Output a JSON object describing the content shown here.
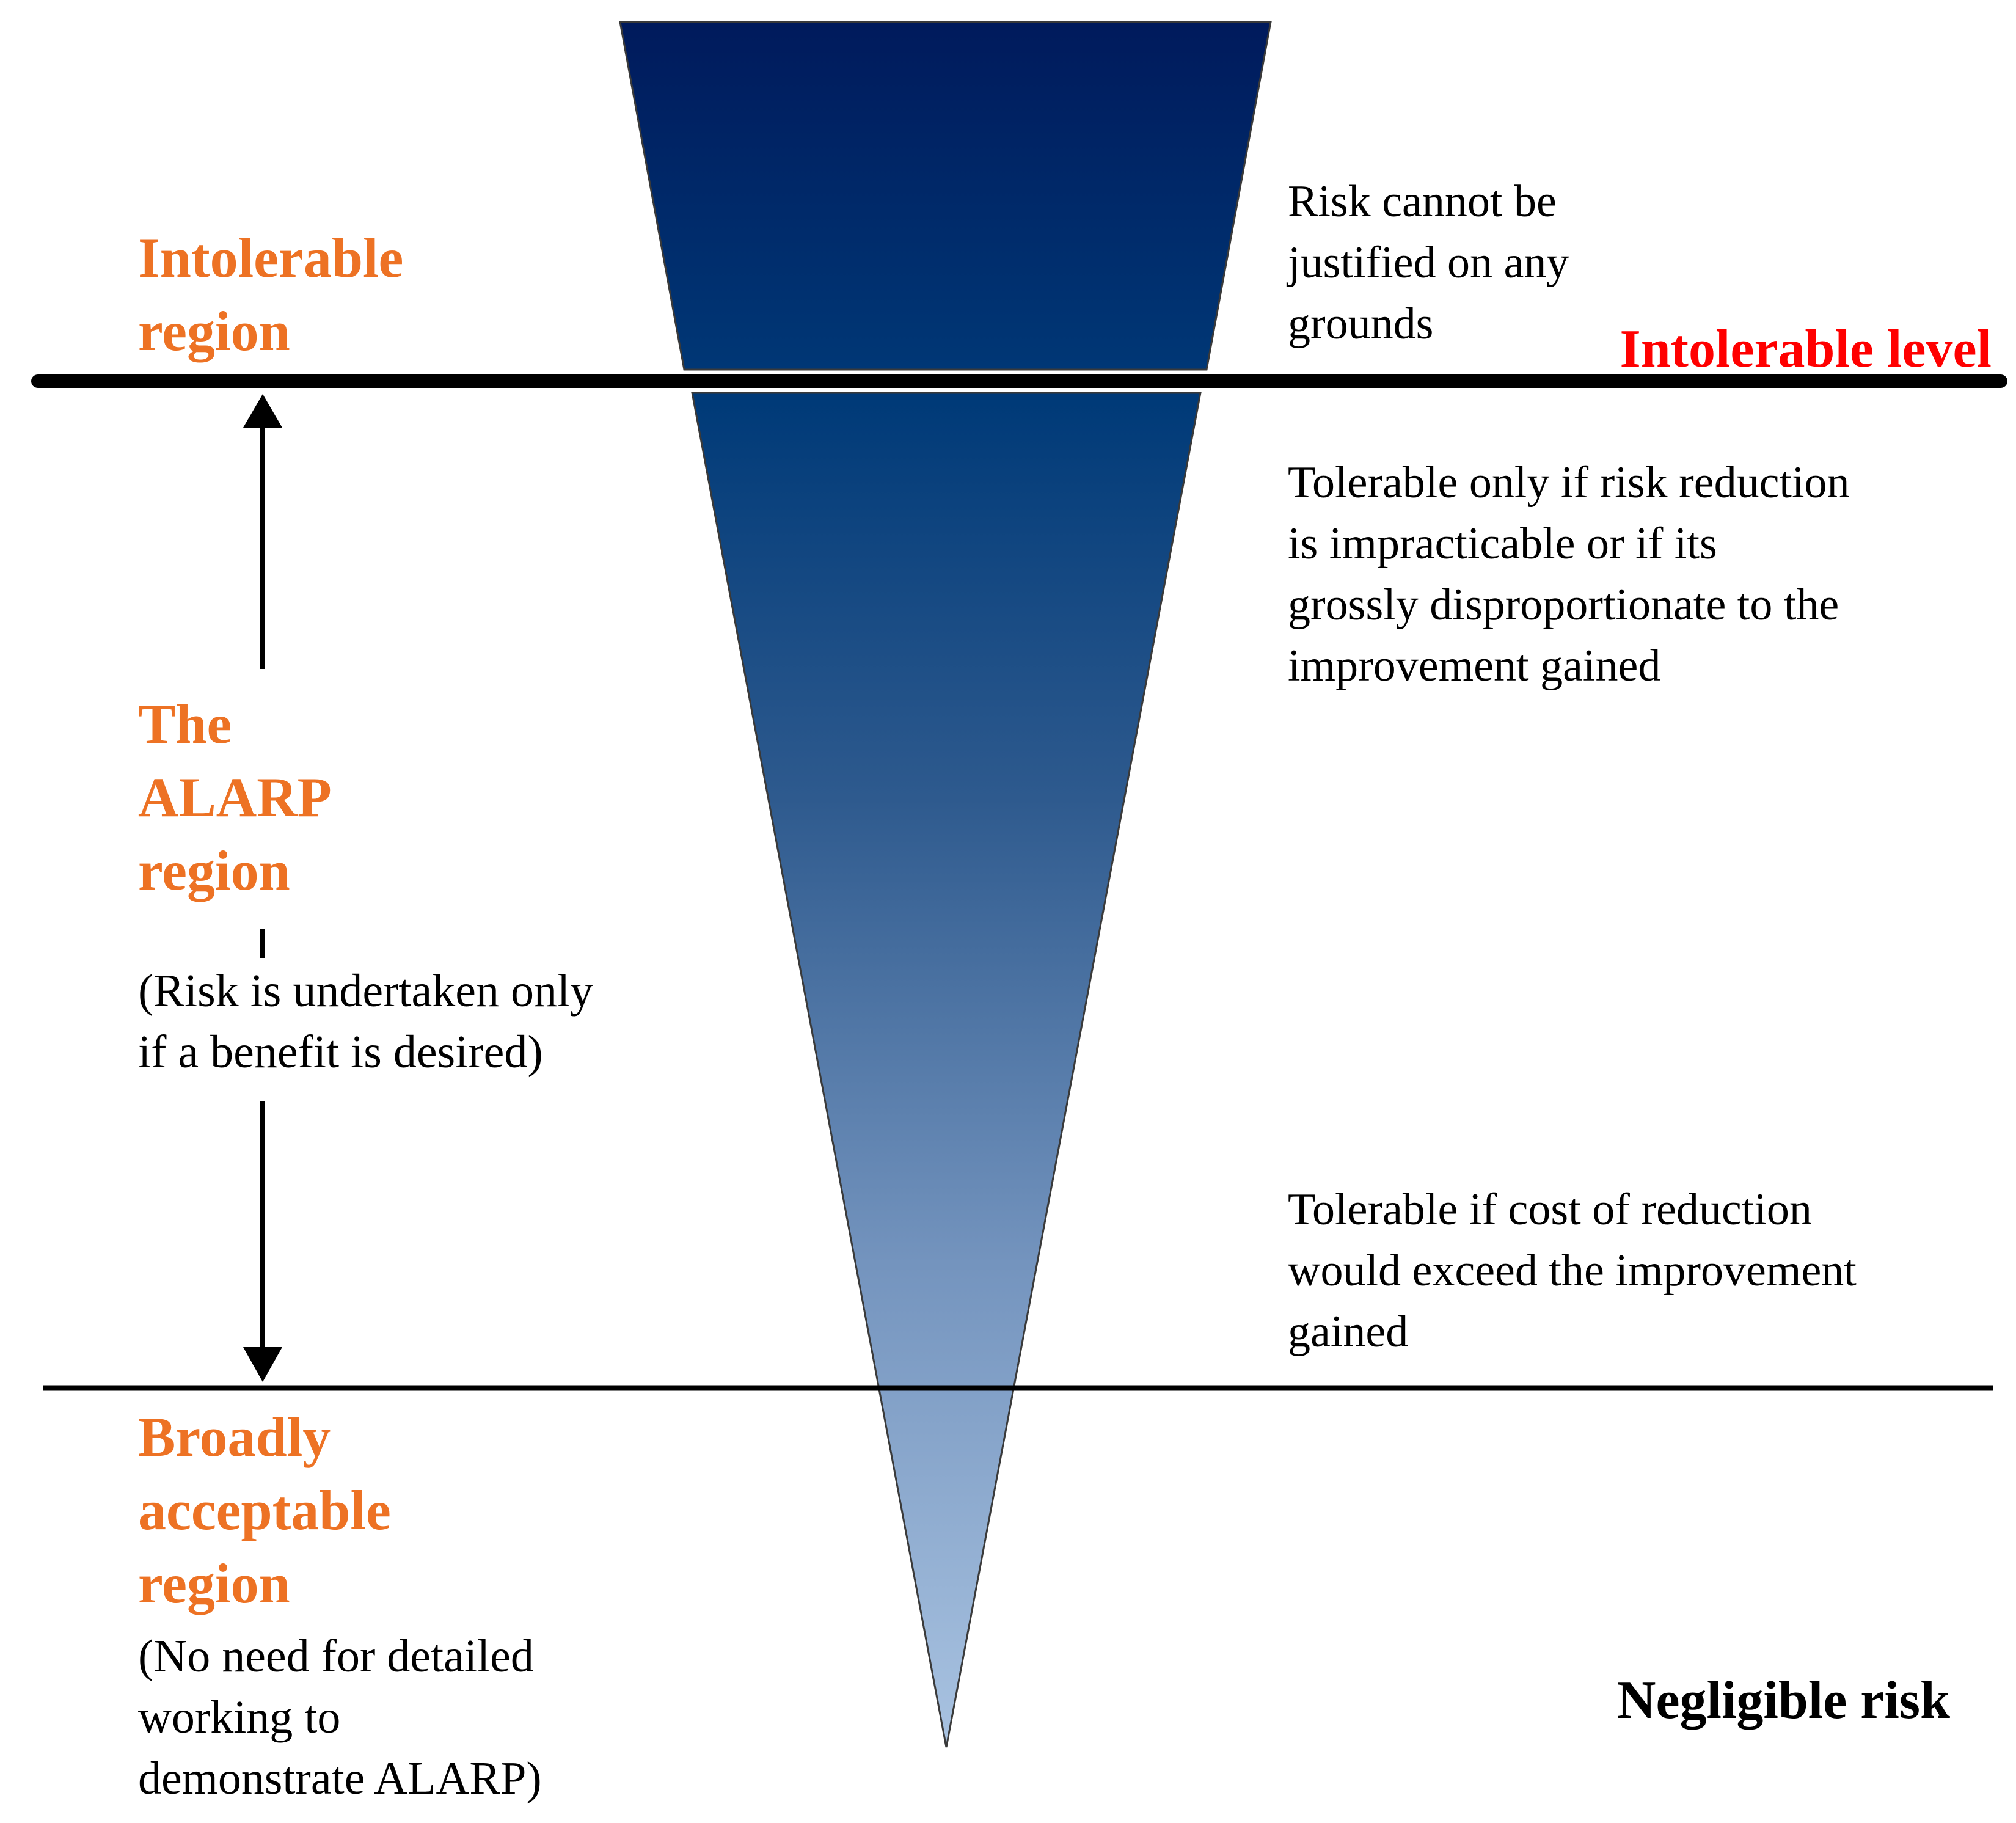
{
  "colors": {
    "region_label": "#ED7224",
    "intolerable_level": "#FF0000",
    "funnel_top": "#001A5C",
    "funnel_mid": "#2E5A8E",
    "funnel_bottom": "#A9C3E1",
    "lines": "#000000"
  },
  "regions": {
    "intolerable": {
      "title": "Intolerable\nregion"
    },
    "alarp": {
      "title": "The\nALARP\nregion",
      "note": "(Risk is undertaken only\nif a benefit is desired)"
    },
    "broadly_acceptable": {
      "title": "Broadly\nacceptable\nregion",
      "note": "(No need for detailed\nworking to\ndemonstrate ALARP)"
    }
  },
  "descriptions": {
    "intolerable": "Risk cannot be\njustified on any\ngrounds",
    "alarp_upper": "Tolerable only if risk reduction\nis impracticable or if its\ngrossly disproportionate to the\nimprovement gained",
    "alarp_lower": "Tolerable if cost of reduction\nwould exceed the improvement\ngained"
  },
  "levels": {
    "intolerable": "Intolerable level",
    "negligible": "Negligible risk"
  }
}
